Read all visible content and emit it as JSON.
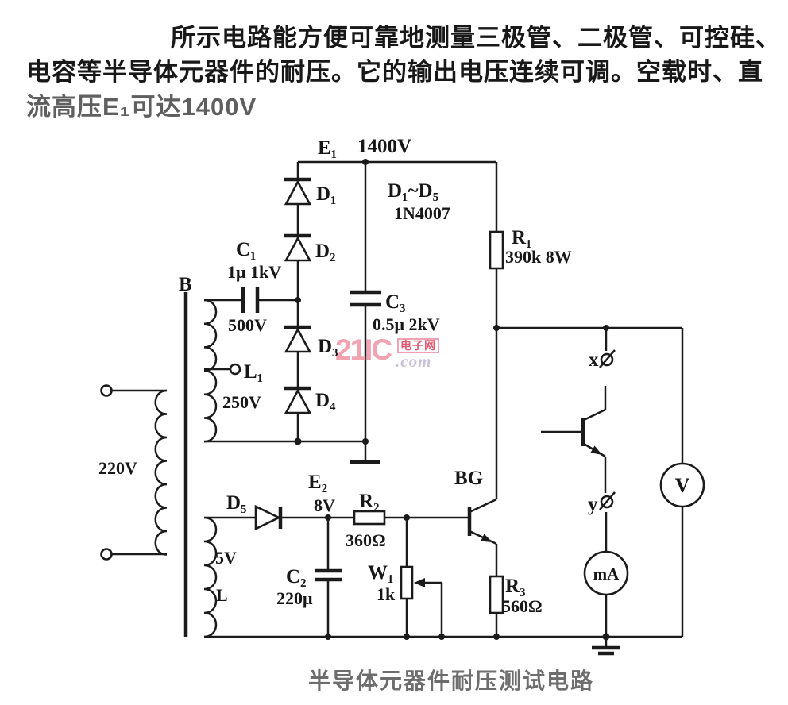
{
  "text": {
    "description_line1": "所示电路能方便可靠地测量三极管、二极管、可控硅、",
    "description_line2": "电容等半导体元器件的耐压。它的输出电压连续可调。空载时、直",
    "description_line3": "流高压E₁可达1400V",
    "caption": "半导体元器件耐压测试电路"
  },
  "watermark": {
    "brand": "21IC",
    "suffix": ".com",
    "badge": "电子网",
    "brand_color": "#f2a3b1",
    "suffix_color": "#c9c0da",
    "badge_color": "#e25b70"
  },
  "sch": {
    "E1": "E₁",
    "E1v": "1400V",
    "Drange": "D₁~D₅",
    "Dpart": "1N4007",
    "D1": "D₁",
    "D2": "D₂",
    "D3": "D₃",
    "D4": "D₄",
    "D5": "D₅",
    "C1": "C₁",
    "C1v": "1μ 1kV",
    "tap500": "500V",
    "L1": "L₁",
    "tap250": "250V",
    "B": "B",
    "primary": "220V",
    "C3": "C₃",
    "C3v": "0.5μ 2kV",
    "R1": "R₁",
    "R1v": "390k 8W",
    "sec5": "5V",
    "secL": "L",
    "E2": "E₂",
    "E2v": "8V",
    "R2": "R₂",
    "R2v": "360Ω",
    "W1": "W₁",
    "W1v": "1k",
    "C2": "C₂",
    "C2v": "220μ",
    "BG": "BG",
    "R3": "R₃",
    "R3v": "560Ω",
    "x": "x",
    "y": "y",
    "V": "V",
    "mA": "mA"
  }
}
